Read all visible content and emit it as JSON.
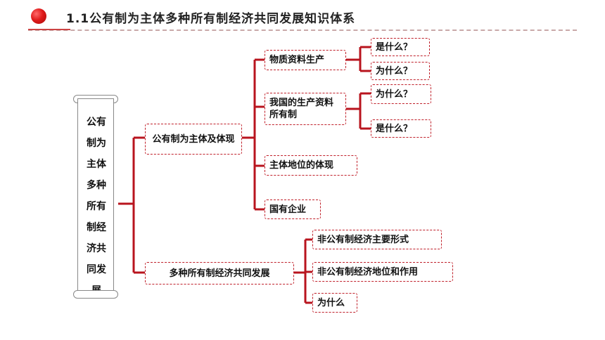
{
  "header": {
    "title": "1.1公有制为主体多种所有制经济共同发展知识体系"
  },
  "root": {
    "label": "公有制为主体多种所有制经济共同发展"
  },
  "branches": [
    {
      "label": "公有制为主体及体现"
    },
    {
      "label": "多种所有制经济共同发展"
    }
  ],
  "level2": {
    "material": "物质资料生产",
    "ownership": "我国的生产资料所有制",
    "dominant": "主体地位的体现",
    "soe": "国有企业",
    "nonpublic_form": "非公有制经济主要形式",
    "nonpublic_role": "非公有制经济地位和作用",
    "why": "为什么"
  },
  "level3": {
    "what1": "是什么？",
    "why1": "为什么？",
    "why2": "为什么？",
    "what2": "是什么？"
  },
  "colors": {
    "accent": "#c0202a",
    "line": "#b8141e"
  }
}
